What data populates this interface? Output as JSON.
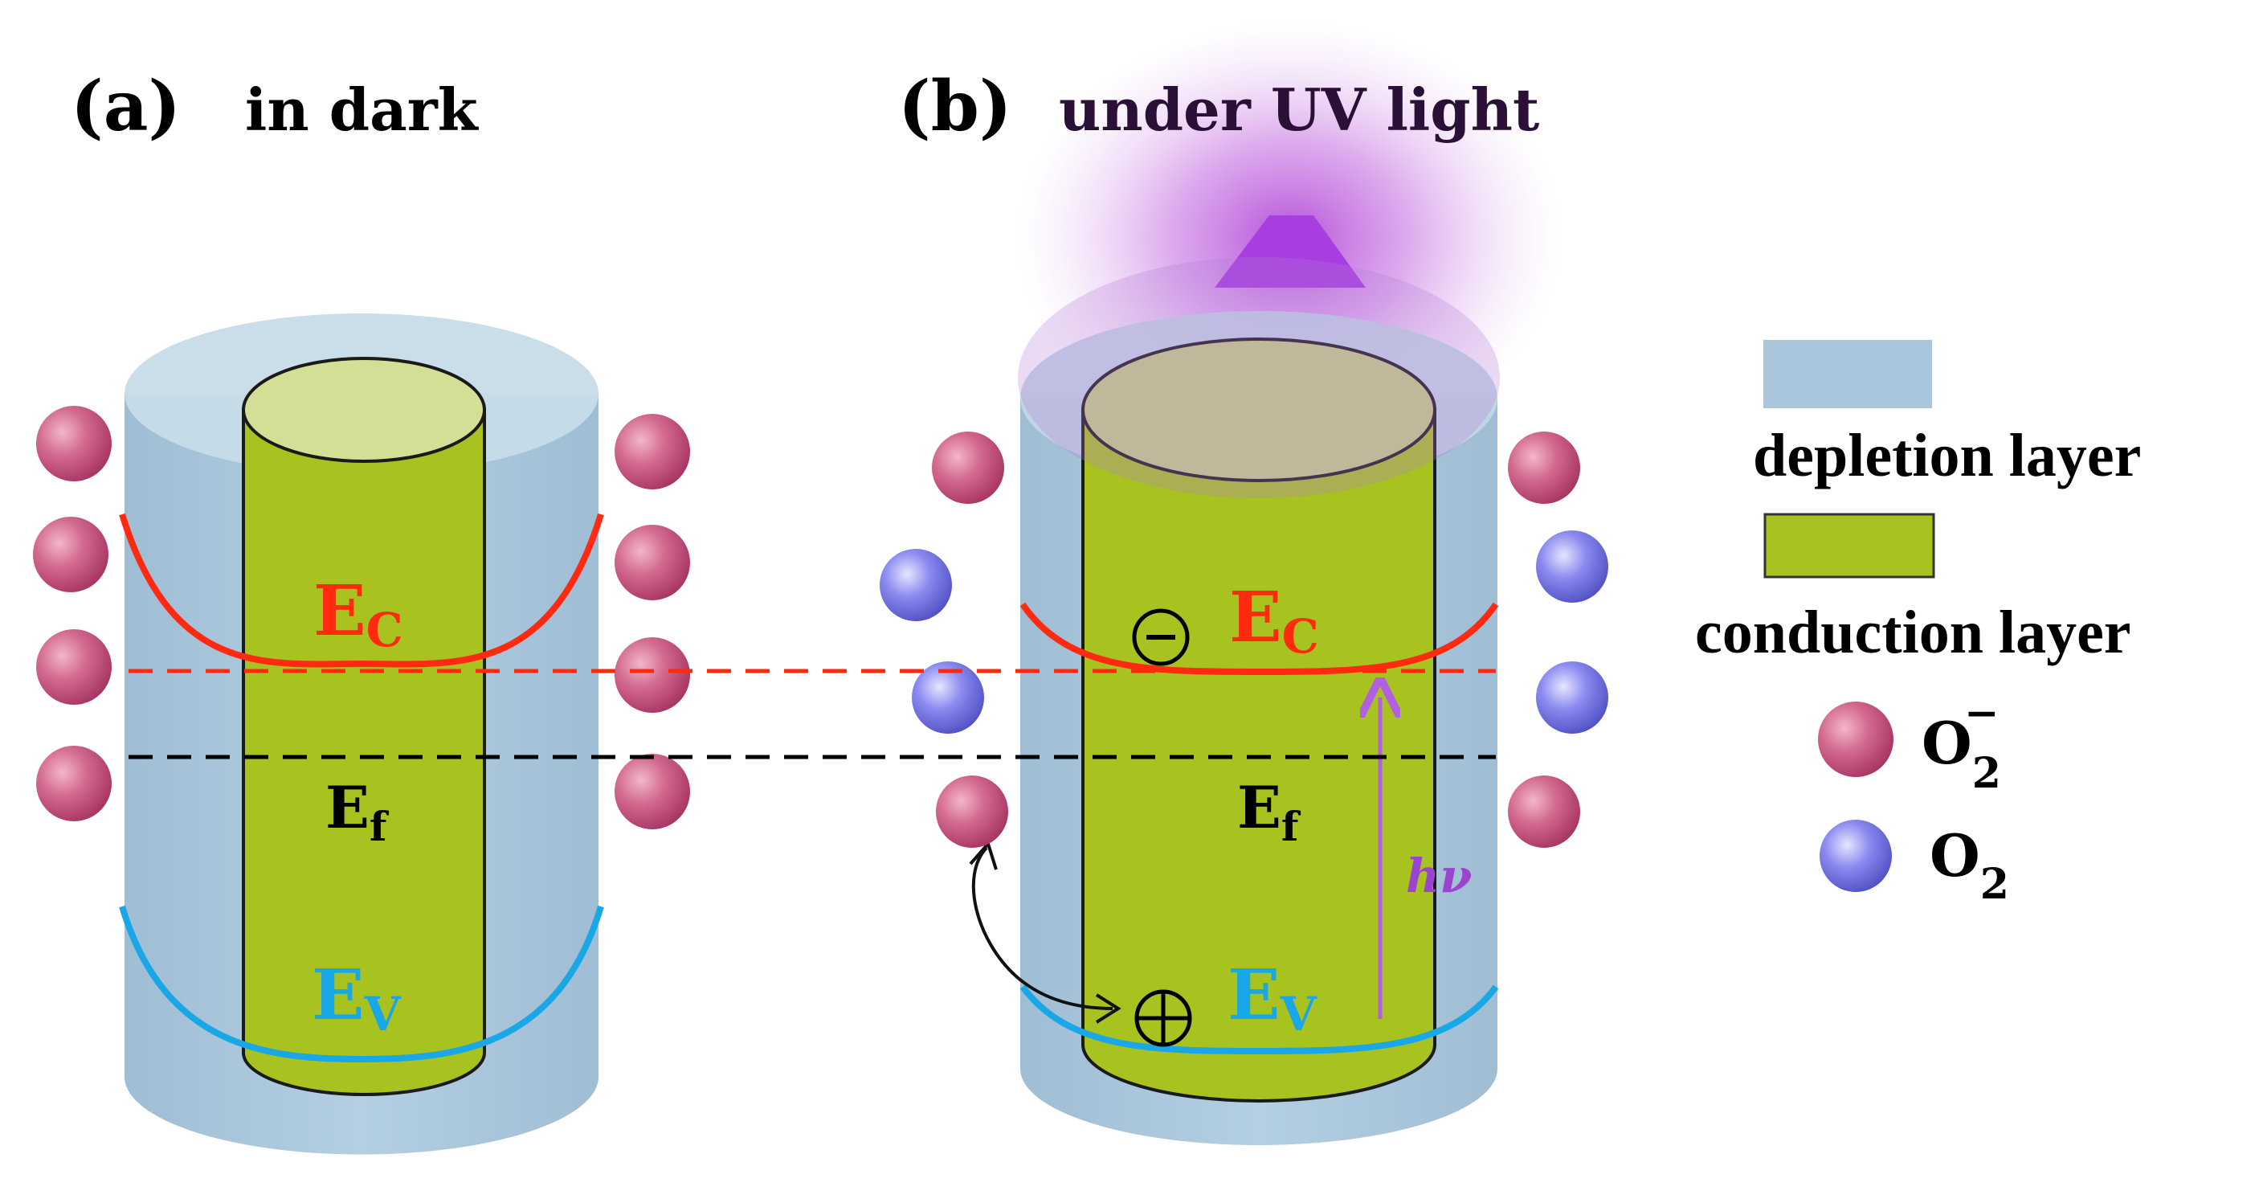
{
  "panel_a": {
    "letter": "(a)",
    "title": "in dark",
    "ec_main": "E",
    "ec_sub": "C",
    "ef_main": "E",
    "ef_sub": "f",
    "ev_main": "E",
    "ev_sub": "V"
  },
  "panel_b": {
    "letter": "(b)",
    "title": "under UV light",
    "ec_main": "E",
    "ec_sub": "C",
    "ef_main": "E",
    "ef_sub": "f",
    "ev_main": "E",
    "ev_sub": "V",
    "photon_label": "hν",
    "electron_symbol": "−",
    "hole_symbol": "+"
  },
  "legend": {
    "depletion": "depletion layer",
    "conduction": "conduction layer",
    "o2_minus_base": "O",
    "o2_minus_sub": "2",
    "o2_minus_sup": "−",
    "o2_base": "O",
    "o2_sub": "2"
  },
  "colors": {
    "depletion": "#a9c6dc",
    "conduction": "#a8c21f",
    "ec_band": "#ff2a10",
    "ev_band": "#1aa7e6",
    "fermi": "#000000",
    "uv": "#a040e0",
    "o2_minus": "#c4507a",
    "o2": "#6e6fd8"
  }
}
